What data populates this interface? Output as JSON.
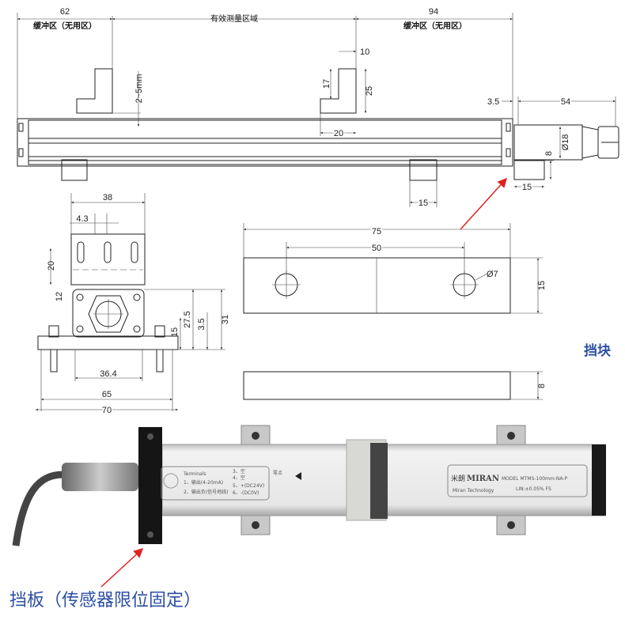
{
  "top_view": {
    "dim_left": "62",
    "dim_right": "94",
    "buffer_left": "缓冲区（无用区）",
    "buffer_right": "缓冲区（无用区）",
    "effective_range": "有效测量区域",
    "dim_10": "10",
    "dim_17": "17",
    "dim_25": "25",
    "gap": "2~5mm",
    "dim_20": "20",
    "dim_3_5": "3.5",
    "dim_54": "54",
    "dia_18": "Ø18",
    "dim_8": "8",
    "dim_15a": "15",
    "dim_15b": "15"
  },
  "end_view": {
    "dim_38": "38",
    "dim_4_3": "4.3",
    "dim_20": "20",
    "dim_12": "12",
    "dim_27_5": "27.5",
    "dim_15": "15",
    "dim_3_5": "3.5",
    "dim_31": "31",
    "dim_36_4": "36.4",
    "dim_65": "65",
    "dim_70": "70"
  },
  "stop_block": {
    "dim_75": "75",
    "dim_50": "50",
    "hole": "Ø7",
    "dim_15": "15",
    "dim_8": "8",
    "label": "挡块"
  },
  "photo": {
    "terminals_title": "Terminals",
    "t1": "1、输出(4-20mA)",
    "t2": "2、输出负(信号地线)",
    "t3": "3、空",
    "t4": "4、空",
    "t5": "5、+(DC24V)",
    "t6": "6、-(DC0V)",
    "zero": "零点",
    "brand_cn": "米朗",
    "brand": "MIRAN",
    "company": "Miran Technology",
    "model": "MODEL MTMS-100mm-NA-P",
    "lin": "LIN:±0.05% FS",
    "caption": "挡板（传感器限位固定）"
  },
  "colors": {
    "label": "#2d4fa3",
    "arrow": "#e02020"
  }
}
